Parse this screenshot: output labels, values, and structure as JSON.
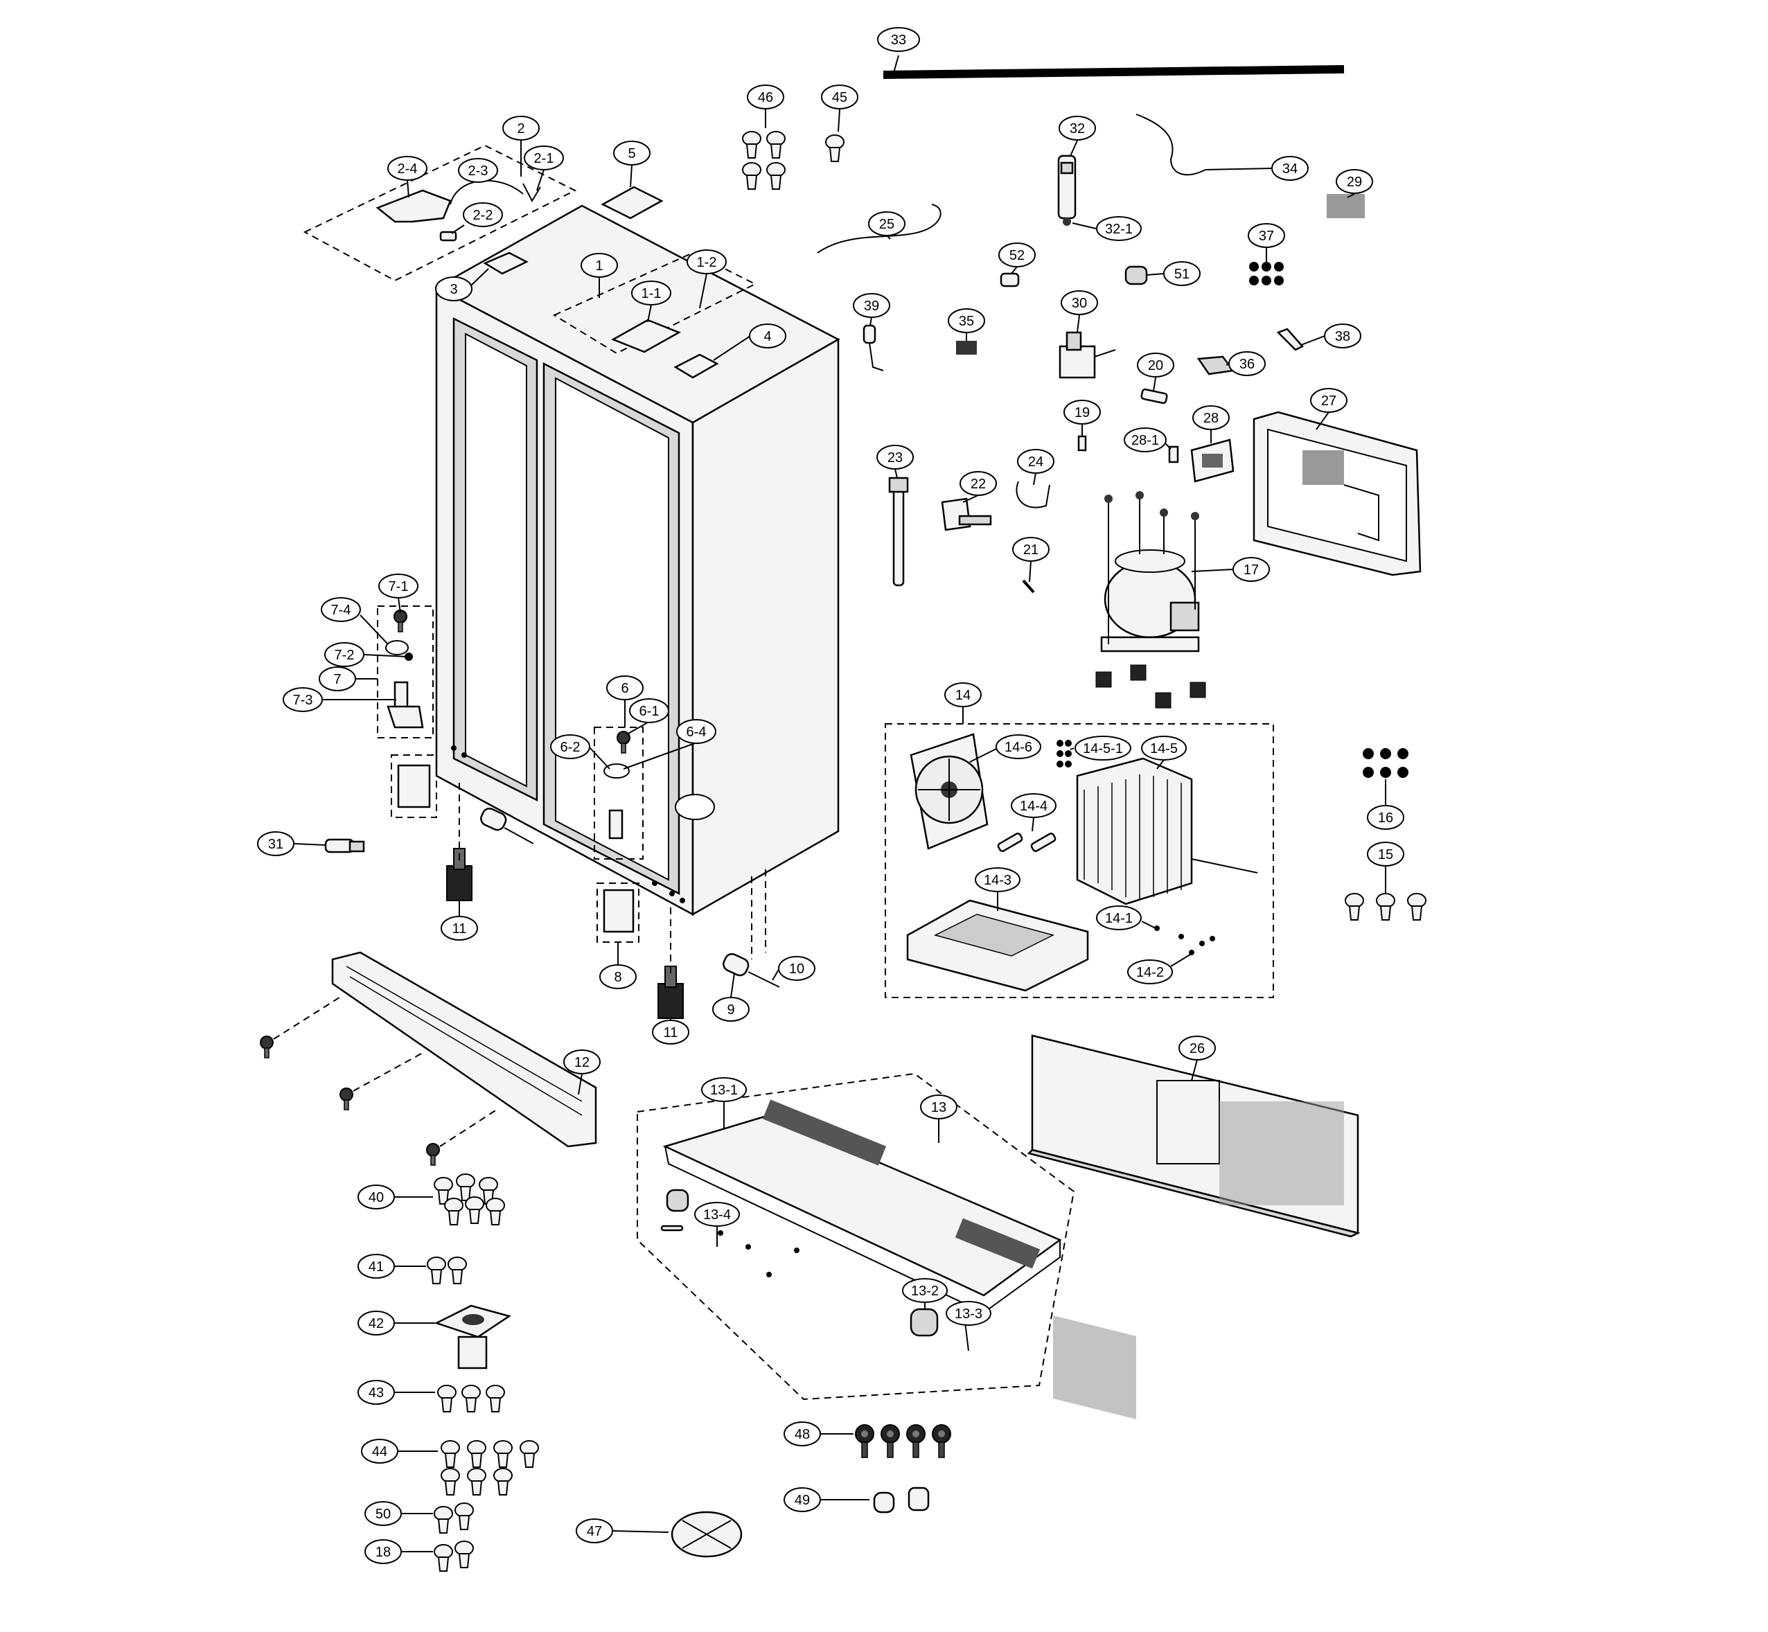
{
  "callouts": [
    {
      "id": "c33",
      "label": "33"
    },
    {
      "id": "c46",
      "label": "46"
    },
    {
      "id": "c45",
      "label": "45"
    },
    {
      "id": "c32",
      "label": "32"
    },
    {
      "id": "c34",
      "label": "34"
    },
    {
      "id": "c29",
      "label": "29"
    },
    {
      "id": "c32-1",
      "label": "32-1"
    },
    {
      "id": "c25",
      "label": "25"
    },
    {
      "id": "c37",
      "label": "37"
    },
    {
      "id": "c52",
      "label": "52"
    },
    {
      "id": "c51",
      "label": "51"
    },
    {
      "id": "c2",
      "label": "2"
    },
    {
      "id": "c2-1",
      "label": "2-1"
    },
    {
      "id": "c2-4",
      "label": "2-4"
    },
    {
      "id": "c2-3",
      "label": "2-3"
    },
    {
      "id": "c2-2",
      "label": "2-2"
    },
    {
      "id": "c5",
      "label": "5"
    },
    {
      "id": "c3",
      "label": "3"
    },
    {
      "id": "c1",
      "label": "1"
    },
    {
      "id": "c1-2",
      "label": "1-2"
    },
    {
      "id": "c1-1",
      "label": "1-1"
    },
    {
      "id": "c4",
      "label": "4"
    },
    {
      "id": "c39",
      "label": "39"
    },
    {
      "id": "c35",
      "label": "35"
    },
    {
      "id": "c30",
      "label": "30"
    },
    {
      "id": "c38",
      "label": "38"
    },
    {
      "id": "c36",
      "label": "36"
    },
    {
      "id": "c20",
      "label": "20"
    },
    {
      "id": "c19",
      "label": "19"
    },
    {
      "id": "c28",
      "label": "28"
    },
    {
      "id": "c28-1",
      "label": "28-1"
    },
    {
      "id": "c27",
      "label": "27"
    },
    {
      "id": "c23",
      "label": "23"
    },
    {
      "id": "c24",
      "label": "24"
    },
    {
      "id": "c22",
      "label": "22"
    },
    {
      "id": "c21",
      "label": "21"
    },
    {
      "id": "c17",
      "label": "17"
    },
    {
      "id": "c7-1",
      "label": "7-1"
    },
    {
      "id": "c7-4",
      "label": "7-4"
    },
    {
      "id": "c7-2",
      "label": "7-2"
    },
    {
      "id": "c7",
      "label": "7"
    },
    {
      "id": "c7-3",
      "label": "7-3"
    },
    {
      "id": "c6",
      "label": "6"
    },
    {
      "id": "c6-1",
      "label": "6-1"
    },
    {
      "id": "c6-4",
      "label": "6-4"
    },
    {
      "id": "c6-2",
      "label": "6-2"
    },
    {
      "id": "c14",
      "label": "14"
    },
    {
      "id": "c14-6",
      "label": "14-6"
    },
    {
      "id": "c14-5-1",
      "label": "14-5-1"
    },
    {
      "id": "c14-5",
      "label": "14-5"
    },
    {
      "id": "c14-4",
      "label": "14-4"
    },
    {
      "id": "c14-3",
      "label": "14-3"
    },
    {
      "id": "c14-1",
      "label": "14-1"
    },
    {
      "id": "c14-2",
      "label": "14-2"
    },
    {
      "id": "c16",
      "label": "16"
    },
    {
      "id": "c15",
      "label": "15"
    },
    {
      "id": "c31",
      "label": "31"
    },
    {
      "id": "c11a",
      "label": "11"
    },
    {
      "id": "c8",
      "label": "8"
    },
    {
      "id": "c10",
      "label": "10"
    },
    {
      "id": "c9",
      "label": "9"
    },
    {
      "id": "c11b",
      "label": "11"
    },
    {
      "id": "c12",
      "label": "12"
    },
    {
      "id": "c26",
      "label": "26"
    },
    {
      "id": "c13-1",
      "label": "13-1"
    },
    {
      "id": "c13",
      "label": "13"
    },
    {
      "id": "c13-4",
      "label": "13-4"
    },
    {
      "id": "c13-2",
      "label": "13-2"
    },
    {
      "id": "c13-3",
      "label": "13-3"
    },
    {
      "id": "c40",
      "label": "40"
    },
    {
      "id": "c41",
      "label": "41"
    },
    {
      "id": "c42",
      "label": "42"
    },
    {
      "id": "c43",
      "label": "43"
    },
    {
      "id": "c44",
      "label": "44"
    },
    {
      "id": "c50",
      "label": "50"
    },
    {
      "id": "c18",
      "label": "18"
    },
    {
      "id": "c47",
      "label": "47"
    },
    {
      "id": "c48",
      "label": "48"
    },
    {
      "id": "c49",
      "label": "49"
    }
  ]
}
